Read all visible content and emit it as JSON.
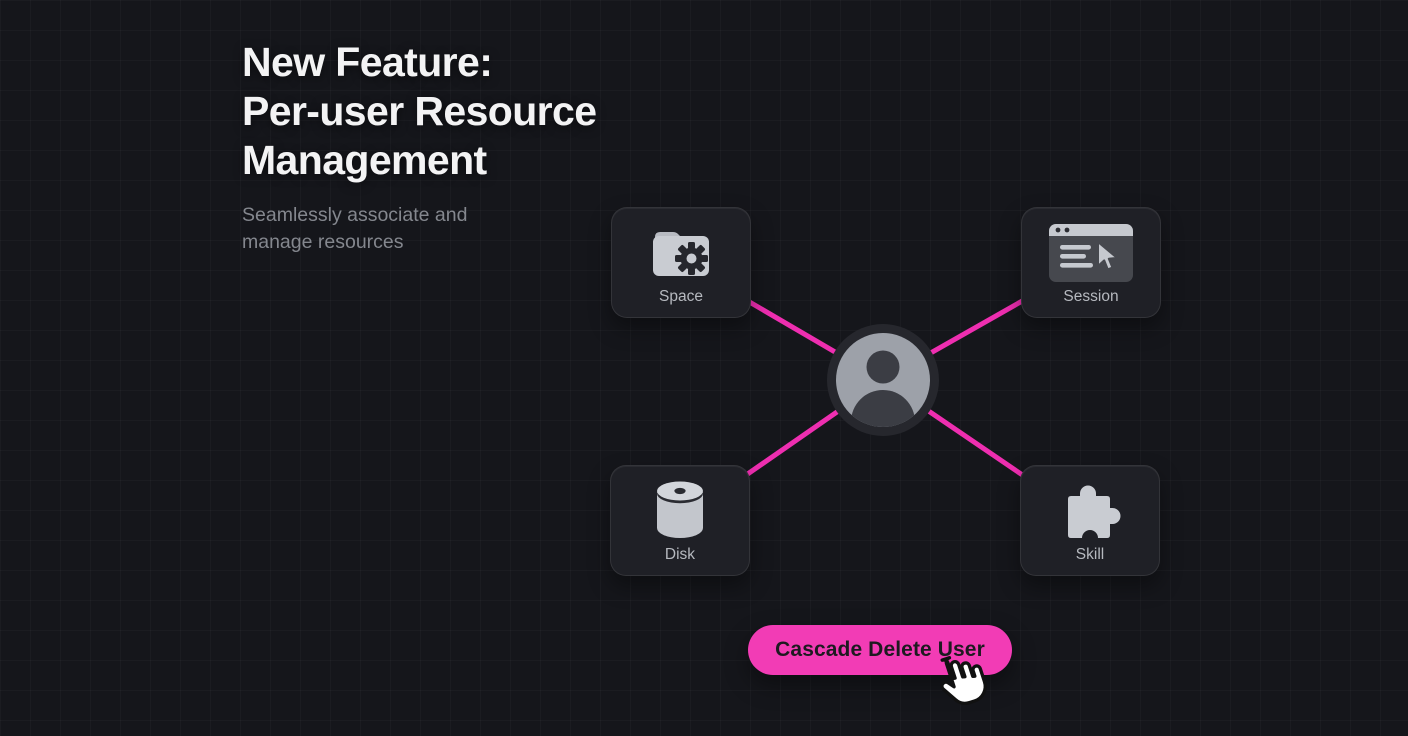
{
  "hero": {
    "title_line1": "New Feature:",
    "title_line2": "Per-user Resource",
    "title_line3": "Management",
    "subtitle_line1": "Seamlessly associate and",
    "subtitle_line2": "manage resources"
  },
  "diagram": {
    "nodes": [
      {
        "id": "space",
        "label": "Space",
        "icon": "folder-gear-icon"
      },
      {
        "id": "session",
        "label": "Session",
        "icon": "browser-cursor-icon"
      },
      {
        "id": "disk",
        "label": "Disk",
        "icon": "disk-cylinder-icon"
      },
      {
        "id": "skill",
        "label": "Skill",
        "icon": "puzzle-piece-icon"
      }
    ],
    "center_icon": "user-avatar-icon",
    "colors": {
      "connector_pink": "#ee2eb0",
      "node_background": "#1f2026",
      "icon_gray": "#c9ccd2",
      "label_gray": "#b6b9bf"
    }
  },
  "cta": {
    "label": "Cascade Delete User",
    "background": "#f23cb5",
    "text_color": "#1d1a20"
  },
  "cursor": {
    "type": "hand-pointer"
  },
  "canvas": {
    "background": "#15161b"
  }
}
